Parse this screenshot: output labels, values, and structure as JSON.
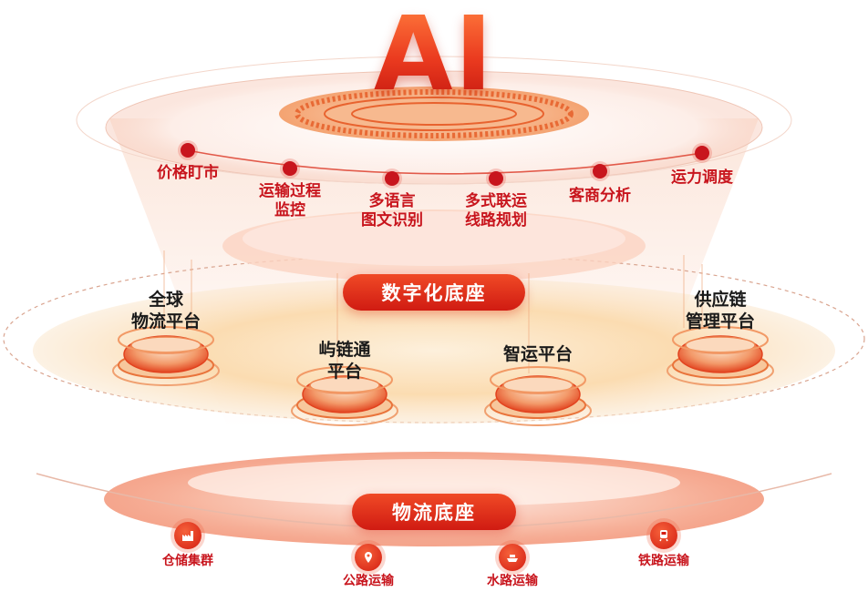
{
  "title": "AI",
  "top_items": [
    {
      "label": "价格盯市"
    },
    {
      "label": "运输过程\n监控"
    },
    {
      "label": "多语言\n图文识别"
    },
    {
      "label": "多式联运\n线路规划"
    },
    {
      "label": "客商分析"
    },
    {
      "label": "运力调度"
    }
  ],
  "middle_layer": {
    "label": "数字化底座",
    "platforms": [
      {
        "label": "全球\n物流平台"
      },
      {
        "label": "屿链通\n平台"
      },
      {
        "label": "智运平台"
      },
      {
        "label": "供应链\n管理平台"
      }
    ]
  },
  "bottom_layer": {
    "label": "物流底座",
    "items": [
      {
        "label": "仓储集群",
        "icon": "warehouse-icon"
      },
      {
        "label": "公路运输",
        "icon": "road-transport-icon"
      },
      {
        "label": "水路运输",
        "icon": "ship-icon"
      },
      {
        "label": "铁路运输",
        "icon": "train-icon"
      }
    ]
  },
  "colors": {
    "accent_red": "#d01b12",
    "orange": "#f07a3a",
    "cream": "#fbe3c4"
  }
}
